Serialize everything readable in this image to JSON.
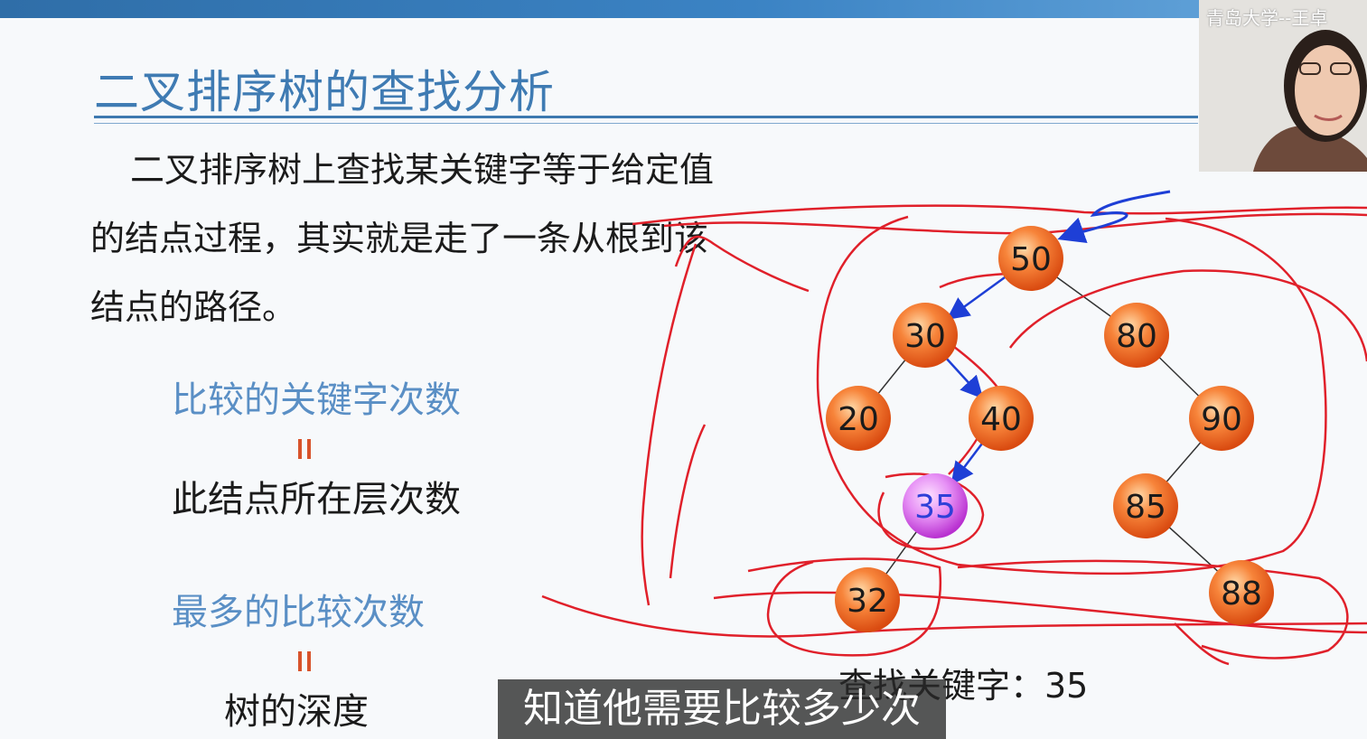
{
  "slide": {
    "title": "二叉排序树的查找分析",
    "paragraph_lines": [
      "二叉排序树上查找某关键字等于给定值",
      "的结点过程，其实就是走了一条从根到该",
      "结点的路径。"
    ],
    "label_compare_count": "比较的关键字次数",
    "label_level": "此结点所在层次数",
    "label_max_compare": "最多的比较次数",
    "label_depth": "树的深度",
    "search_caption": "查找关键字：35"
  },
  "tree": {
    "nodes": [
      {
        "id": "50",
        "label": "50",
        "highlight": false
      },
      {
        "id": "30",
        "label": "30",
        "highlight": false
      },
      {
        "id": "80",
        "label": "80",
        "highlight": false
      },
      {
        "id": "20",
        "label": "20",
        "highlight": false
      },
      {
        "id": "40",
        "label": "40",
        "highlight": false
      },
      {
        "id": "90",
        "label": "90",
        "highlight": false
      },
      {
        "id": "35",
        "label": "35",
        "highlight": true
      },
      {
        "id": "85",
        "label": "85",
        "highlight": false
      },
      {
        "id": "32",
        "label": "32",
        "highlight": false
      },
      {
        "id": "88",
        "label": "88",
        "highlight": false
      }
    ],
    "edges": [
      [
        "50",
        "30"
      ],
      [
        "50",
        "80"
      ],
      [
        "30",
        "20"
      ],
      [
        "30",
        "40"
      ],
      [
        "40",
        "35"
      ],
      [
        "35",
        "32"
      ],
      [
        "80",
        "90"
      ],
      [
        "90",
        "85"
      ],
      [
        "85",
        "88"
      ]
    ],
    "search_path": [
      "50",
      "30",
      "40",
      "35"
    ]
  },
  "colors": {
    "node_fill": "#f06a2a",
    "highlight_fill": "#e07af0",
    "edge": "#333333",
    "path_arrow": "#1e3fd6",
    "annotation": "#e0202a",
    "title": "#3f7bb3"
  },
  "webcam": {
    "watermark": "青岛大学--王卓"
  },
  "subtitle": "知道他需要比较多少次"
}
